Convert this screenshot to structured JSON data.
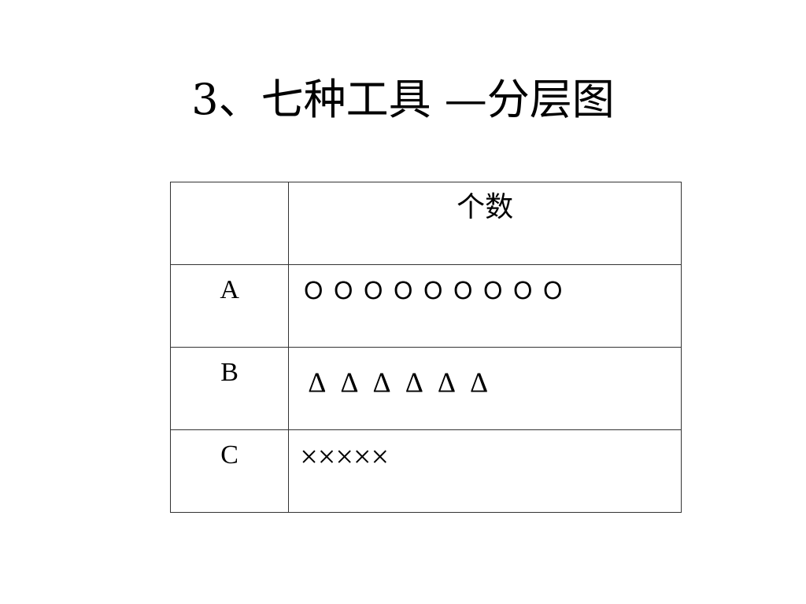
{
  "title": "3、七种工具 —分层图",
  "table": {
    "header": {
      "label_col": "",
      "count_col": "个数"
    },
    "rows": [
      {
        "label": "A",
        "symbol": "Ｏ",
        "count": 9,
        "marks": [
          "Ｏ",
          "Ｏ",
          "Ｏ",
          "Ｏ",
          "Ｏ",
          "Ｏ",
          "Ｏ",
          "Ｏ",
          "Ｏ"
        ]
      },
      {
        "label": "B",
        "symbol": "Δ",
        "count": 6,
        "marks": [
          "Δ",
          "Δ",
          "Δ",
          "Δ",
          "Δ",
          "Δ"
        ]
      },
      {
        "label": "C",
        "symbol": "×",
        "count": 5,
        "marks": [
          "×",
          "×",
          "×",
          "×",
          "×"
        ]
      }
    ]
  }
}
